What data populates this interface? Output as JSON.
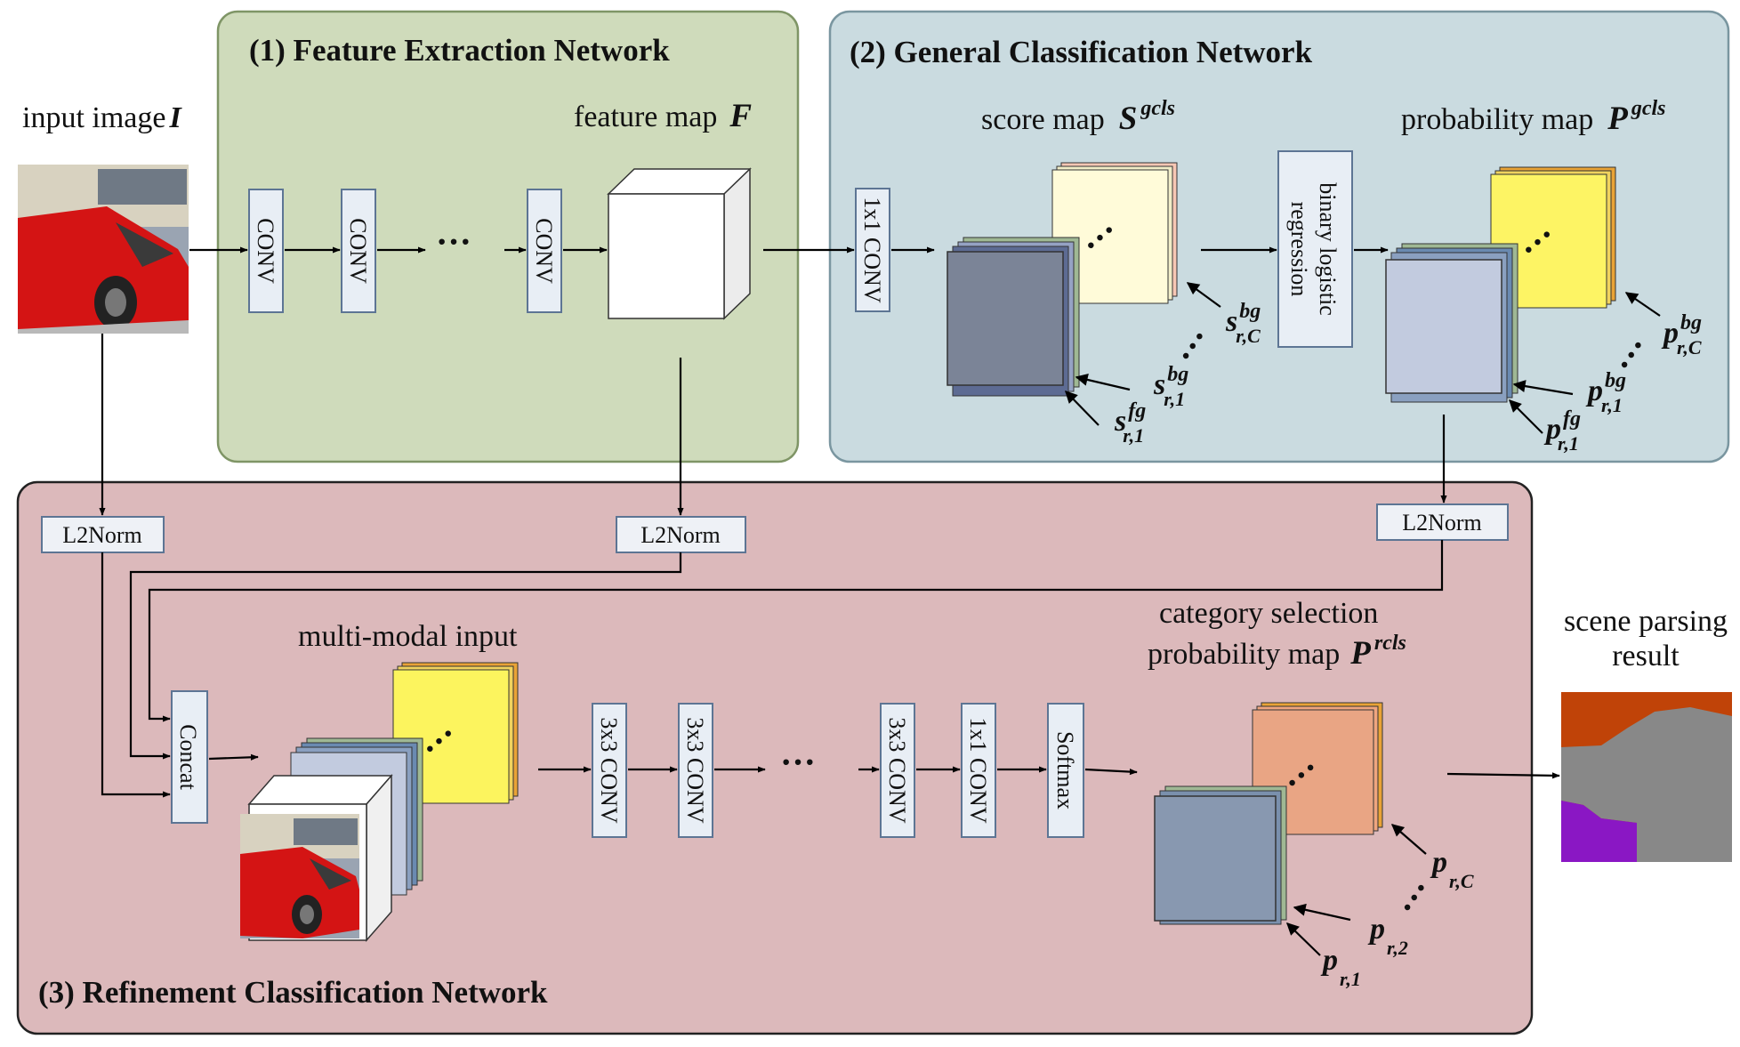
{
  "sections": {
    "feature": "(1) Feature Extraction  Network",
    "general": "(2) General Classification Network",
    "refine": "(3) Refinement Classification Network"
  },
  "labels": {
    "input_image": "input image",
    "input_symbol": "I",
    "feature_map": "feature map",
    "feature_symbol": "F",
    "score_map": "score map",
    "score_symbol": "S",
    "score_sup": "gcls",
    "prob_map": "probability map",
    "prob_symbol": "P",
    "prob_sup": "gcls",
    "multi_modal": "multi-modal input",
    "cat_sel_1": "category selection",
    "cat_sel_2": "probability map",
    "rcls_symbol": "P",
    "rcls_sup": "rcls",
    "scene_1": "scene parsing",
    "scene_2": "result"
  },
  "blocks": {
    "conv": "CONV",
    "conv1x1": "1x1 CONV",
    "binary_1": "binary logistic",
    "binary_2": "regression",
    "l2norm": "L2Norm",
    "concat": "Concat",
    "conv3x3": "3x3 CONV",
    "softmax": "Softmax",
    "ellipsis": "···"
  },
  "annotations": {
    "s": "s",
    "p": "p",
    "fg": "fg",
    "bg": "bg",
    "r1": "r,1",
    "r2": "r,2",
    "rC": "r,C"
  },
  "colors": {
    "feature_bg": "#cfdbbb",
    "general_bg": "#cadbe0",
    "refine_bg": "#dcb9bb",
    "score_front": "#7b8497",
    "score_back": "#fffbd9",
    "prob_front": "#c2cbdf",
    "prob_back": "#fdf464",
    "multimodal_back": "#fcf45e",
    "rcls_front": "#8898b0",
    "rcls_back": "#e9a584",
    "car_red": "#d41414",
    "seg_orange": "#c04308",
    "seg_gray": "#888888",
    "seg_purple": "#8a17c4"
  }
}
